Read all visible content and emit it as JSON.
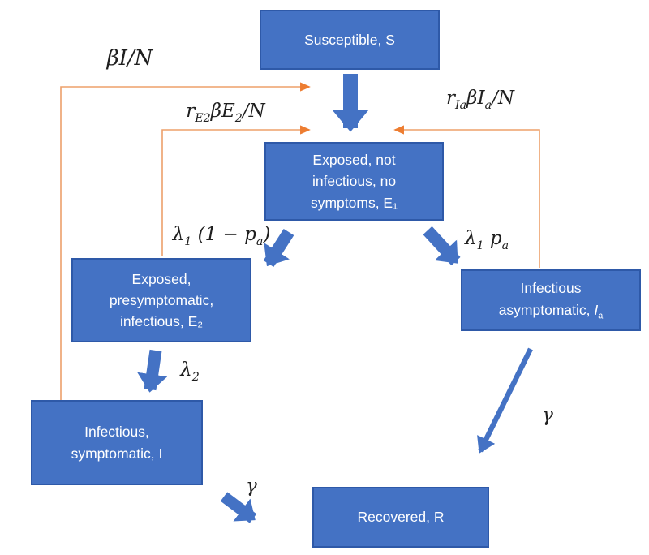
{
  "colors": {
    "box_fill": "#4472C4",
    "box_border": "#2E59A8",
    "arrow_blue": "#4472C4",
    "arrow_orange_line": "#EDA06A",
    "arrow_orange_head": "#ED7D31",
    "math_text": "#1f1f1f",
    "box_text": "#ffffff",
    "background": "#ffffff"
  },
  "boxes": {
    "susceptible": {
      "label": "Susceptible, S"
    },
    "e1": {
      "label": "Exposed, not infectious, no symptoms, E₁"
    },
    "e2": {
      "label": "Exposed, presymptomatic, infectious, E₂"
    },
    "ia": {
      "pre": "Infectious asymptomatic, ",
      "var": "I",
      "sub": "a"
    },
    "i": {
      "label": "Infectious, symptomatic, I"
    },
    "r": {
      "label": "Recovered, R"
    }
  },
  "formulas": {
    "force_I": {
      "p1": "βI/N"
    },
    "force_E2": {
      "p1": "r",
      "s1": "E2",
      "p2": "βE",
      "s2": "2",
      "p3": "/N"
    },
    "force_Ia": {
      "p1": "r",
      "s1": "Ia",
      "p2": "βI",
      "s2": "a",
      "p3": "/N"
    },
    "lambda1_symptomatic": {
      "p1": "λ",
      "s1": "1",
      "p2": " (1 − p",
      "s2": "a",
      "p3": ")"
    },
    "lambda1_asymptomatic": {
      "p1": "λ",
      "s1": "1",
      "p2": " p",
      "s2": "a"
    },
    "lambda2": {
      "p1": "λ",
      "s1": "2"
    },
    "gamma_I": {
      "p1": "γ"
    },
    "gamma_Ia": {
      "p1": "γ"
    }
  }
}
